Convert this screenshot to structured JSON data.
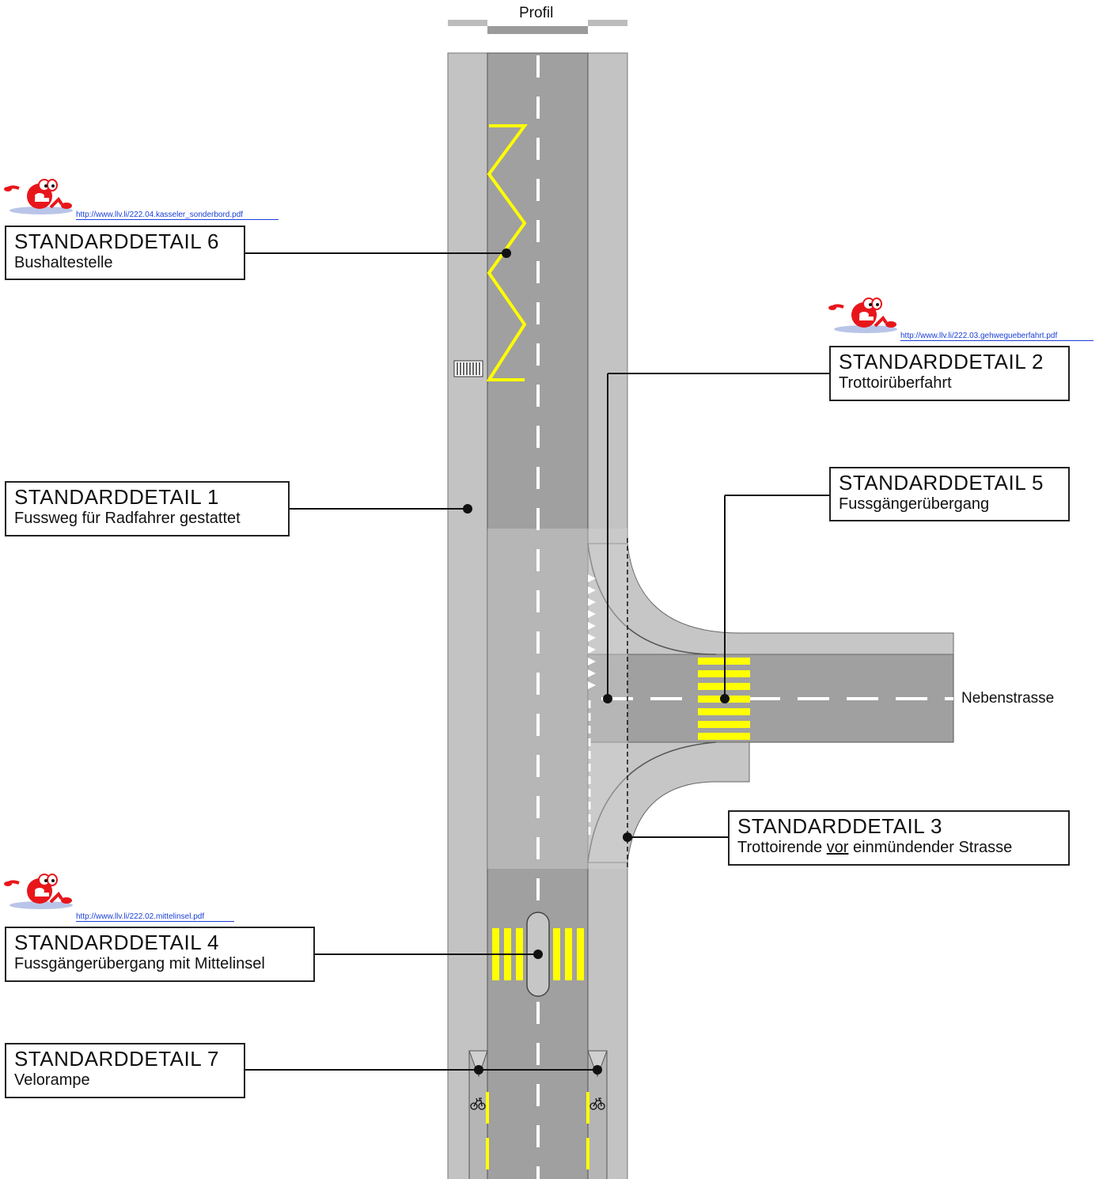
{
  "profil_label": "Profil",
  "side_street_label": "Nebenstrasse",
  "details": [
    {
      "id": "6",
      "title": "STANDARDDETAIL 6",
      "subtitle": "Bushaltestelle",
      "link": "http://www.llv.li/222.04.kasseler_sonderbord.pdf"
    },
    {
      "id": "2",
      "title": "STANDARDDETAIL 2",
      "subtitle": "Trottoirüberfahrt",
      "link": "http://www.llv.li/222.03.gehweguеberfahrt.pdf"
    },
    {
      "id": "5",
      "title": "STANDARDDETAIL 5",
      "subtitle": "Fussgängerübergang"
    },
    {
      "id": "1",
      "title": "STANDARDDETAIL 1",
      "subtitle": "Fussweg für Radfahrer gestattet"
    },
    {
      "id": "3",
      "title": "STANDARDDETAIL 3",
      "subtitle_pre": "Trottoirende ",
      "subtitle_underlined": "vor",
      "subtitle_post": " einmündender Strasse"
    },
    {
      "id": "4",
      "title": "STANDARDDETAIL 4",
      "subtitle": "Fussgängerübergang mit Mittelinsel",
      "link": "http://www.llv.li/222.02.mittelinsel.pdf"
    },
    {
      "id": "7",
      "title": "STANDARDDETAIL 7",
      "subtitle": "Velorampe"
    }
  ],
  "colors": {
    "road": "#a0a0a0",
    "sidewalk": "#c3c3c3",
    "marking_yellow": "#ffff00",
    "marking_white": "#ffffff",
    "leader": "#111111",
    "link": "#1a3fd6",
    "mascot": "#e8161b"
  },
  "icons": [
    "mascot-e-icon",
    "bus-shelter-icon",
    "bicycle-icon"
  ]
}
